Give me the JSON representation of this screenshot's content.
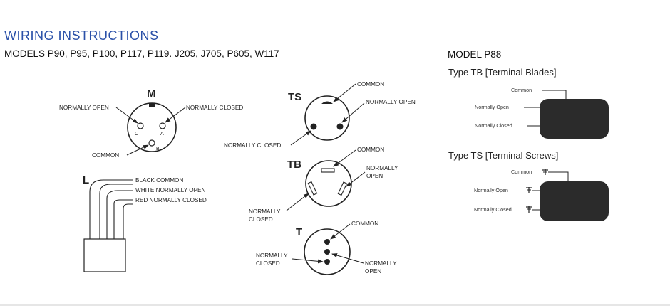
{
  "header": {
    "title": "WIRING INSTRUCTIONS",
    "models": "MODELS  P90, P95, P100, P117, P119. J205, J705, P605, W117"
  },
  "plug_m": {
    "letter": "M",
    "normally_open": "NORMALLY OPEN",
    "normally_closed": "NORMALLY CLOSED",
    "common": "COMMON",
    "pin_c": "C",
    "pin_a": "A",
    "pin_b": "B"
  },
  "lead_l": {
    "letter": "L",
    "black": "BLACK COMMON",
    "white": "WHITE NORMALLY OPEN",
    "red": "RED NORMALLY CLOSED"
  },
  "plug_ts": {
    "letter": "TS",
    "common": "COMMON",
    "normally_open": "NORMALLY OPEN",
    "normally_closed": "NORMALLY CLOSED"
  },
  "plug_tb": {
    "letter": "TB",
    "common": "COMMON",
    "normally_open_1": "NORMALLY",
    "normally_open_2": "OPEN",
    "normally_closed_1": "NORMALLY",
    "normally_closed_2": "CLOSED"
  },
  "plug_t": {
    "letter": "T",
    "common": "COMMON",
    "normally_closed_1": "NORMALLY",
    "normally_closed_2": "CLOSED",
    "normally_open_1": "NORMALLY",
    "normally_open_2": "OPEN"
  },
  "p88": {
    "title": "MODEL P88",
    "type_tb": "Type TB     [Terminal Blades]",
    "type_ts": "Type TS [Terminal Screws]",
    "tb_common": "Common",
    "tb_open": "Normally Open",
    "tb_closed": "Normally Closed",
    "ts_common": "Common",
    "ts_open": "Normally Open",
    "ts_closed": "Normally Closed"
  },
  "colors": {
    "heading": "#2a50a8",
    "ink": "#222222",
    "switch_body": "#2b2b2b"
  }
}
